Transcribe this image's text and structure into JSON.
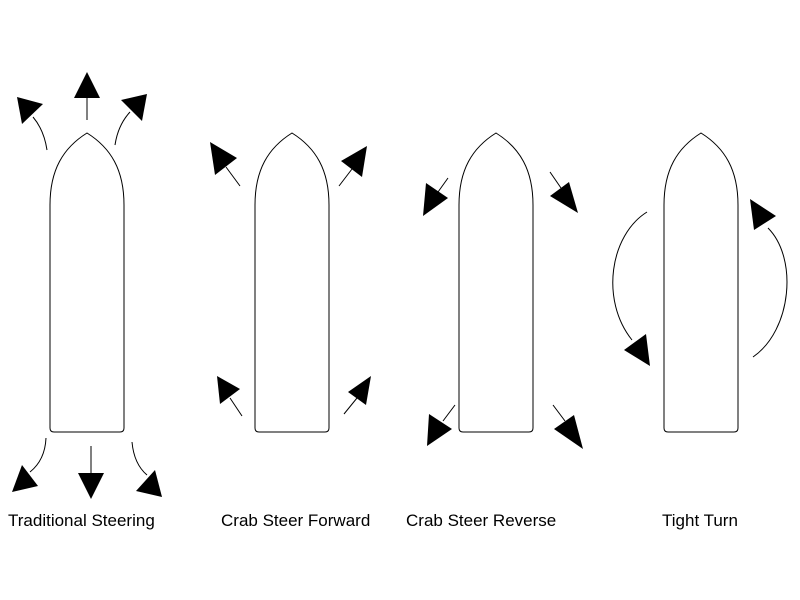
{
  "diagram": {
    "panels": [
      {
        "label": "Traditional Steering"
      },
      {
        "label": "Crab Steer Forward"
      },
      {
        "label": "Crab Steer Reverse"
      },
      {
        "label": "Tight Turn"
      }
    ],
    "colors": {
      "stroke": "#000000",
      "background": "#ffffff"
    }
  }
}
